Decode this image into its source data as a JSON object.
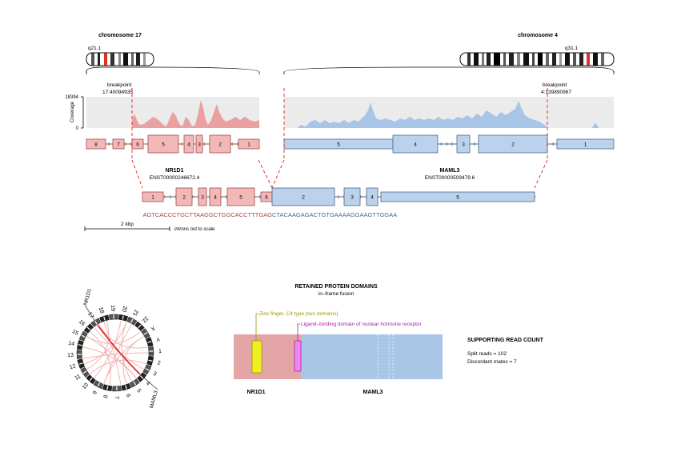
{
  "top": {
    "chr_left": {
      "title": "chromosome 17",
      "band": "q21.1"
    },
    "chr_right": {
      "title": "chromosome 4",
      "band": "q31.1"
    },
    "bp_left": {
      "label": "breakpoint",
      "pos": "17:40094935"
    },
    "bp_right": {
      "label": "breakpoint",
      "pos": "4:139890967"
    },
    "coverage": {
      "max": "18394",
      "min": "0",
      "axis_label": "Coverage"
    },
    "gene_left": {
      "name": "NR1D1",
      "transcript": "ENST00000246672.4",
      "exons": [
        "8",
        "7",
        "6",
        "5",
        "4",
        "3",
        "2",
        "1"
      ]
    },
    "gene_right": {
      "name": "MAML3",
      "transcript": "ENST00000509479.6",
      "exons": [
        "5",
        "4",
        "3",
        "2",
        "1"
      ]
    },
    "fusion_exons": [
      "1",
      "2",
      "3",
      "4",
      "5",
      "6",
      "2",
      "3",
      "4",
      "5"
    ],
    "seq_left": "AGTCACCCTGCTTAAGGCTGGCACCTTTGAG",
    "seq_right": "CTACAAGAGACTGTGAAAAGGAAGTTGGAA",
    "scale_label": "2 kbp",
    "scale_note": "introns not to scale"
  },
  "circos": {
    "chromosomes": [
      "1",
      "2",
      "3",
      "4",
      "5",
      "6",
      "7",
      "8",
      "9",
      "10",
      "11",
      "12",
      "13",
      "14",
      "15",
      "16",
      "17",
      "18",
      "19",
      "20",
      "21",
      "22",
      "X",
      "Y"
    ],
    "gene_a": "NR1D1",
    "gene_b": "MAML3"
  },
  "domains": {
    "title": "RETAINED PROTEIN DOMAINS",
    "subtitle": "in–frame fusion",
    "domain1": "Zinc finger, C4 type (two domains)",
    "domain2": "Ligand–binding domain of nuclear hormone receptor",
    "label_left": "NR1D1",
    "label_right": "MAML3"
  },
  "reads": {
    "title": "SUPPORTING READ COUNT",
    "split": "Split reads = 102",
    "discordant": "Discordant mates = 7"
  },
  "colors": {
    "nr1d1_fill": "#f2b8b8",
    "nr1d1_stroke": "#a14a4a",
    "maml3_fill": "#bcd2ec",
    "maml3_stroke": "#4a6a8a",
    "cov_red": "#e8a0a0",
    "cov_blue": "#a8c4e6",
    "cov_bg": "#ebebeb",
    "breakpoint": "#e41a1c",
    "domain_zinc": "#eeee22",
    "domain_lbd": "#ee88ee",
    "seq_red": "#a14a4a",
    "seq_blue": "#4a6a8a"
  }
}
